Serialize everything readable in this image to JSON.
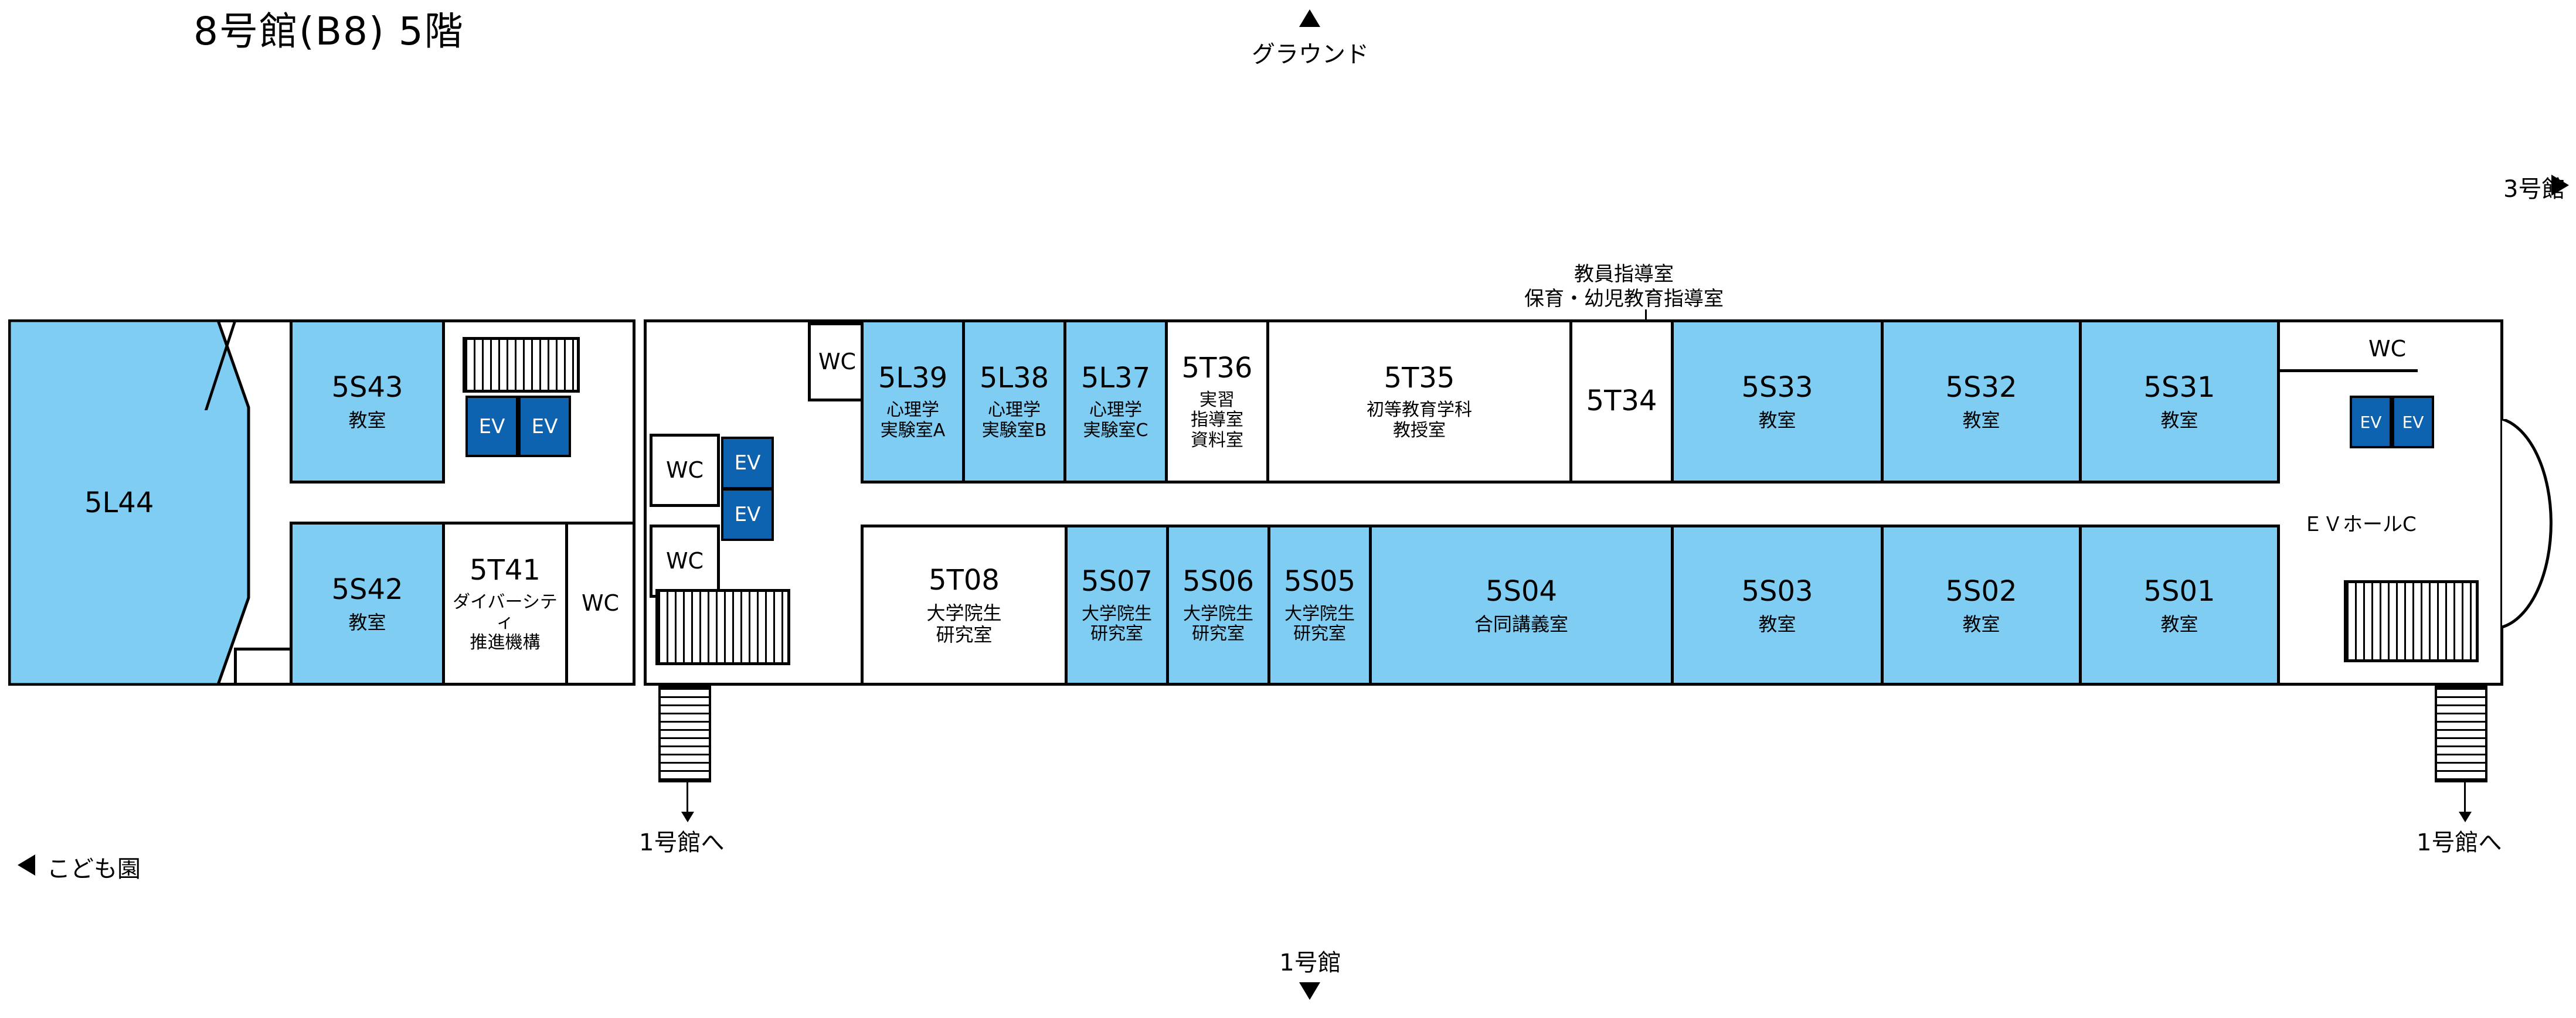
{
  "title": "8号館(B8) 5階",
  "directions": {
    "ground": "グラウンド",
    "building3": "3号館",
    "kindergarten": "こども園",
    "building1": "1号館",
    "to_building1_left": "1号館へ",
    "to_building1_right": "1号館へ"
  },
  "annotation": {
    "line1": "教員指導室",
    "line2": "保育・幼児教育指導室"
  },
  "rooms": {
    "r5L44": {
      "code": "5L44"
    },
    "r5S43": {
      "code": "5S43",
      "desc": "教室"
    },
    "r5S42": {
      "code": "5S42",
      "desc": "教室"
    },
    "r5T41": {
      "code": "5T41",
      "desc": "ダイバーシティ\n推進機構"
    },
    "r5L39": {
      "code": "5L39",
      "desc": "心理学\n実験室A"
    },
    "r5L38": {
      "code": "5L38",
      "desc": "心理学\n実験室B"
    },
    "r5L37": {
      "code": "5L37",
      "desc": "心理学\n実験室C"
    },
    "r5T36": {
      "code": "5T36",
      "desc": "実習\n指導室\n資料室"
    },
    "r5T35": {
      "code": "5T35",
      "desc": "初等教育学科\n教授室"
    },
    "r5T34": {
      "code": "5T34"
    },
    "r5S33": {
      "code": "5S33",
      "desc": "教室"
    },
    "r5S32": {
      "code": "5S32",
      "desc": "教室"
    },
    "r5S31": {
      "code": "5S31",
      "desc": "教室"
    },
    "r5T08": {
      "code": "5T08",
      "desc": "大学院生\n研究室"
    },
    "r5S07": {
      "code": "5S07",
      "desc": "大学院生\n研究室"
    },
    "r5S06": {
      "code": "5S06",
      "desc": "大学院生\n研究室"
    },
    "r5S05": {
      "code": "5S05",
      "desc": "大学院生\n研究室"
    },
    "r5S04": {
      "code": "5S04",
      "desc": "合同講義室"
    },
    "r5S03": {
      "code": "5S03",
      "desc": "教室"
    },
    "r5S02": {
      "code": "5S02",
      "desc": "教室"
    },
    "r5S01": {
      "code": "5S01",
      "desc": "教室"
    }
  },
  "facilities": {
    "wc": "WC",
    "ev": "EV",
    "ev_hall": "ＥＶホールC"
  },
  "colors": {
    "classroom": "#7fcdf3",
    "elevator": "#0d63b0",
    "other": "#ffffff"
  }
}
